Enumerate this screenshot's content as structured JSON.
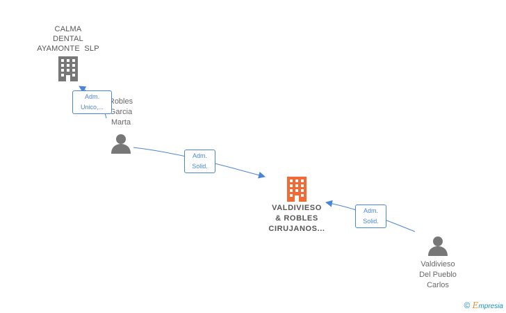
{
  "nodes": {
    "calma": {
      "label_lines": [
        "CALMA",
        "DENTAL",
        "AYAMONTE  SLP"
      ],
      "icon": "building-icon",
      "color": "#777777"
    },
    "robles": {
      "label_lines": [
        "Robles",
        "Garcia",
        "Marta"
      ],
      "icon": "person-icon",
      "color": "#777777"
    },
    "valdivieso_company": {
      "label_lines": [
        "VALDIVIESO",
        "& ROBLES",
        "CIRUJANOS..."
      ],
      "icon": "building-icon",
      "color": "#f26a35"
    },
    "valdivieso_person": {
      "label_lines": [
        "Valdivieso",
        "Del Pueblo",
        "Carlos"
      ],
      "icon": "person-icon",
      "color": "#777777"
    }
  },
  "edges": {
    "robles_to_calma": {
      "label_lines": [
        "Adm.",
        "Unico,..."
      ],
      "color": "#4a86d8"
    },
    "robles_to_valdivieso": {
      "label_lines": [
        "Adm.",
        "Solid."
      ],
      "color": "#4a86d8"
    },
    "carlos_to_valdivieso": {
      "label_lines": [
        "Adm.",
        "Solid."
      ],
      "color": "#4a86d8"
    }
  },
  "watermark": {
    "copyright": "©",
    "brand_initial": "E",
    "brand_rest": "mpresia"
  }
}
